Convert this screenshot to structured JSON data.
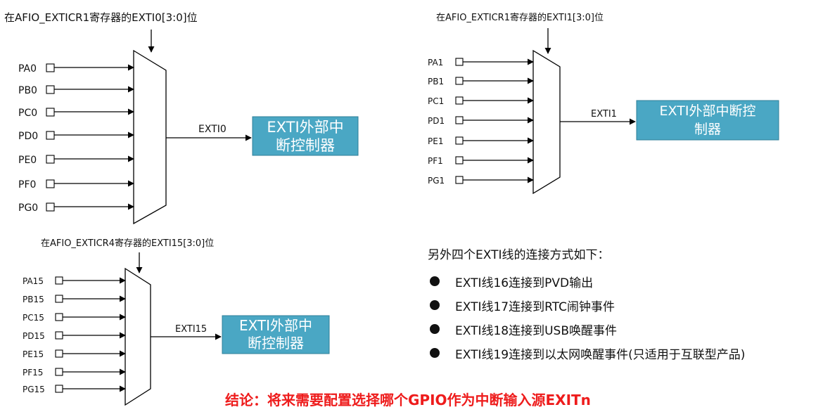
{
  "mux_top_left": {
    "title": "在AFIO_EXTICR1寄存器的EXTI0[3:0]位",
    "inputs": [
      "PA0",
      "PB0",
      "PC0",
      "PD0",
      "PE0",
      "PF0",
      "PG0"
    ],
    "output": "EXTI0",
    "controller": [
      "EXTI外部中",
      "断控制器"
    ]
  },
  "mux_top_right": {
    "title": "在AFIO_EXTICR1寄存器的EXTI1[3:0]位",
    "inputs": [
      "PA1",
      "PB1",
      "PC1",
      "PD1",
      "PE1",
      "PF1",
      "PG1"
    ],
    "output": "EXTI1",
    "controller": [
      "EXTI外部中断控",
      "制器"
    ]
  },
  "mux_bottom_left": {
    "title": "在AFIO_EXTICR4寄存器的EXTI15[3:0]位",
    "inputs": [
      "PA15",
      "PB15",
      "PC15",
      "PD15",
      "PE15",
      "PF15",
      "PG15"
    ],
    "output": "EXTI15",
    "controller": [
      "EXTI外部中",
      "断控制器"
    ]
  },
  "notes": {
    "heading": "另外四个EXTI线的连接方式如下：",
    "items": [
      "EXTI线16连接到PVD输出",
      "EXTI线17连接到RTC闹钟事件",
      "EXTI线18连接到USB唤醒事件",
      "EXTI线19连接到以太网唤醒事件(只适用于互联型产品)"
    ]
  },
  "conclusion": "结论：将来需要配置选择哪个GPIO作为中断输入源EXITn",
  "colors": {
    "controller_box": "#4aa7c4",
    "conclusion": "#ee1c1c"
  }
}
